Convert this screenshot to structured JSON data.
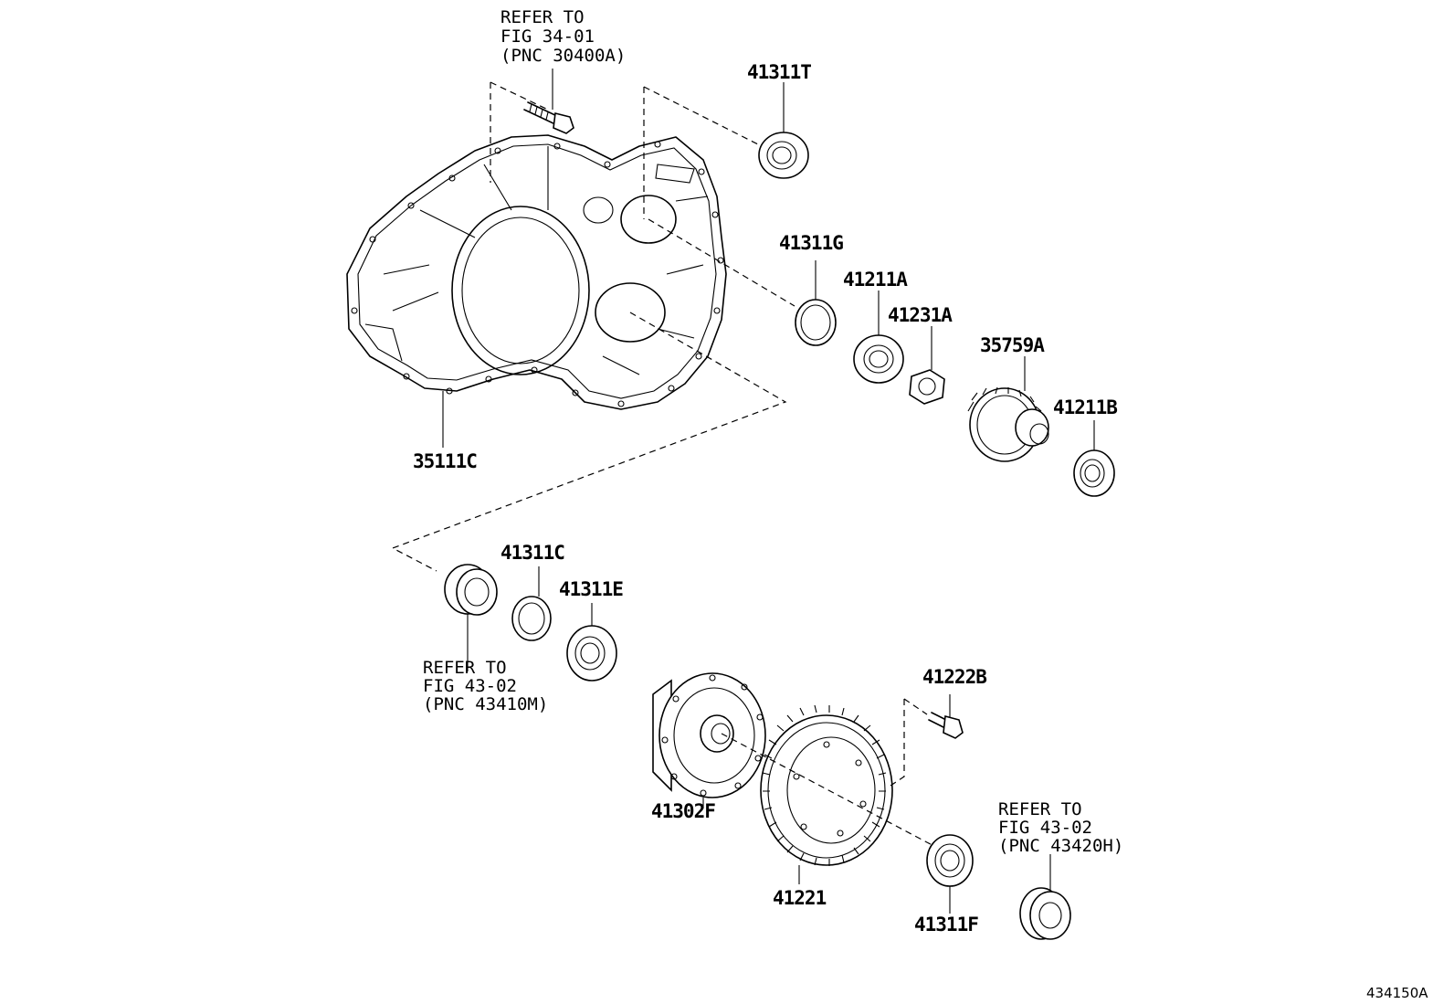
{
  "parts": {
    "p41311T": "41311T",
    "p41311G": "41311G",
    "p41211A": "41211A",
    "p41231A": "41231A",
    "p35759A": "35759A",
    "p41211B": "41211B",
    "p35111C": "35111C",
    "p41311C": "41311C",
    "p41311E": "41311E",
    "p41222B": "41222B",
    "p41302F": "41302F",
    "p41221": "41221",
    "p41311F": "41311F"
  },
  "refs": {
    "ref1": {
      "line1": "REFER TO",
      "line2": "FIG 34-01",
      "line3": "(PNC 30400A)"
    },
    "ref2": {
      "line1": "REFER TO",
      "line2": "FIG 43-02",
      "line3": "(PNC 43410M)"
    },
    "ref3": {
      "line1": "REFER TO",
      "line2": "FIG 43-02",
      "line3": "(PNC 43420H)"
    }
  },
  "diagram_code": "434150A"
}
